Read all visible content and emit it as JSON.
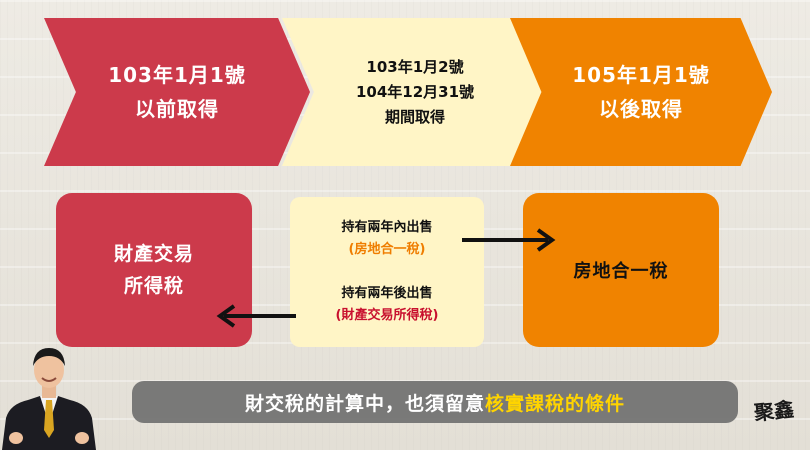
{
  "timeline": {
    "before": {
      "line1": "103年1月1號",
      "line2": "以前取得"
    },
    "between": {
      "line1": "103年1月2號",
      "line2": "104年12月31號",
      "line3": "期間取得"
    },
    "after": {
      "line1": "105年1月1號",
      "line2": "以後取得"
    }
  },
  "left_box": {
    "line1": "財產交易",
    "line2": "所得稅"
  },
  "middle_box": {
    "within_two_years": "持有兩年內出售",
    "within_tax": "(房地合一稅)",
    "after_two_years": "持有兩年後出售",
    "after_tax": "(財產交易所得稅)"
  },
  "right_box": {
    "label": "房地合一稅"
  },
  "caption": {
    "prefix": "財交稅的計算中，也須留意",
    "highlight": "核實課稅的條件"
  },
  "logo": {
    "text": "聚鑫"
  },
  "colors": {
    "red": "#cc3a4b",
    "yellow": "#fff5c6",
    "orange": "#f08300",
    "caption_highlight": "#ffd400"
  }
}
